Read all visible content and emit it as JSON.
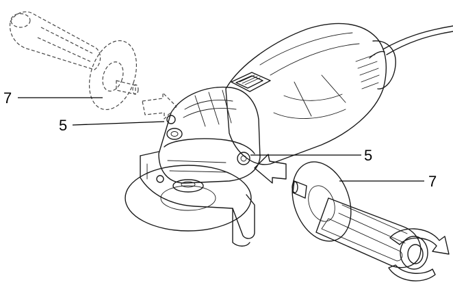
{
  "callouts": [
    {
      "id": "handle-left",
      "label": "7"
    },
    {
      "id": "mount-left",
      "label": "5"
    },
    {
      "id": "mount-right",
      "label": "5"
    },
    {
      "id": "handle-right",
      "label": "7"
    }
  ],
  "colors": {
    "ink": "#1a1a1a",
    "body_fill": "#ffffff",
    "handle_fill": "#d9d9d9",
    "handle_shadow": "#bdbdbd",
    "arrow_fill": "#9e9e9e",
    "background": "#ffffff"
  }
}
